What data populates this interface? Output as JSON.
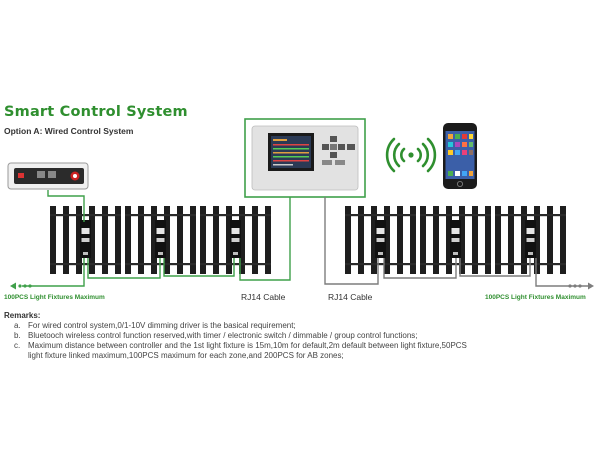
{
  "header": {
    "title": "Smart Control System",
    "subtitle": "Option A:  Wired Control System"
  },
  "labels": {
    "cable_left": "RJ14 Cable",
    "cable_right": "RJ14 Cable",
    "max_left": "100PCS Light Fixtures Maximum",
    "max_right": "100PCS Light Fixtures Maximum"
  },
  "remarks": {
    "title": "Remarks:",
    "items": [
      {
        "key": "a.",
        "text": "For wired control system,0/1-10V dimming driver is the basical requirement;"
      },
      {
        "key": "b.",
        "text": "Bluetooch  wireless control function reserved,with timer / electronic switch  / dimmable / group control functions;"
      },
      {
        "key": "c.",
        "text": "Maximum distance between controller and the 1st light fixture is 15m,10m for default,2m default between light fixture,50PCS"
      },
      {
        "key": "",
        "text": "light fixture linked maximum,100PCS maximum for each zone,and 200PCS for AB zones;"
      }
    ]
  },
  "colors": {
    "green_cable": "#3fa04a",
    "gray_cable": "#7d7d7d",
    "title_green": "#2f8f2f",
    "fixture_dark": "#1e1e1e"
  },
  "icons": {
    "wireless": "wireless-signal-icon",
    "phone": "smartphone-icon",
    "controller": "controller-panel-icon",
    "adapter": "adapter-box-icon"
  }
}
